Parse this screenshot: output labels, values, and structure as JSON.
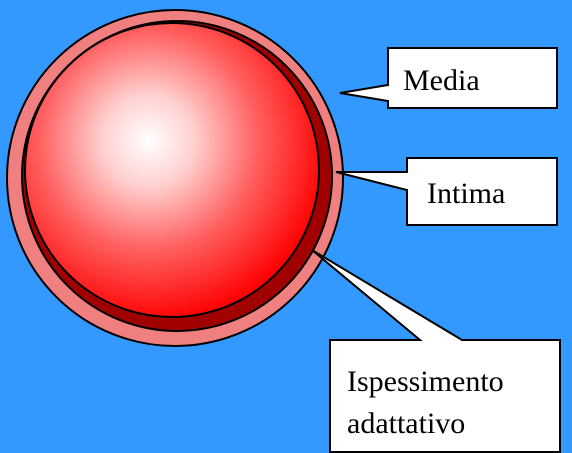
{
  "background_color": "#3399ff",
  "colors": {
    "media_ring": "#f08080",
    "thickening": "#a00000",
    "lumen_center": "#ffffff",
    "lumen_edge": "#ff0000",
    "callout_fill": "#ffffff",
    "outline": "#000000"
  },
  "labels": {
    "media": "Media",
    "intima": "Intima",
    "thickening_line1": "Ispessimento",
    "thickening_line2": "adattativo"
  }
}
